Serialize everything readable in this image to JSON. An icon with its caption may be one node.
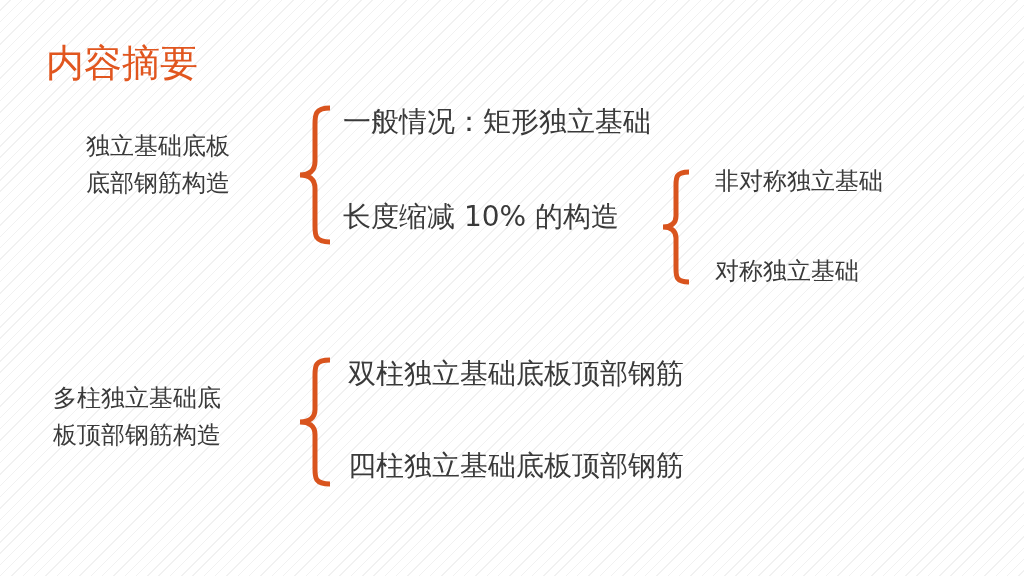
{
  "diagram": {
    "title": "内容摘要",
    "labels": [
      "独立基础底板底部钢筋构造",
      "一般情况：矩形独立基础",
      "长度缩减 10% 的构造",
      "非对称独立基础",
      "对称独立基础",
      "多柱独立基础底板顶部钢筋构造",
      "双柱独立基础底板顶部钢筋",
      "四柱独立基础底板顶部钢筋"
    ]
  }
}
